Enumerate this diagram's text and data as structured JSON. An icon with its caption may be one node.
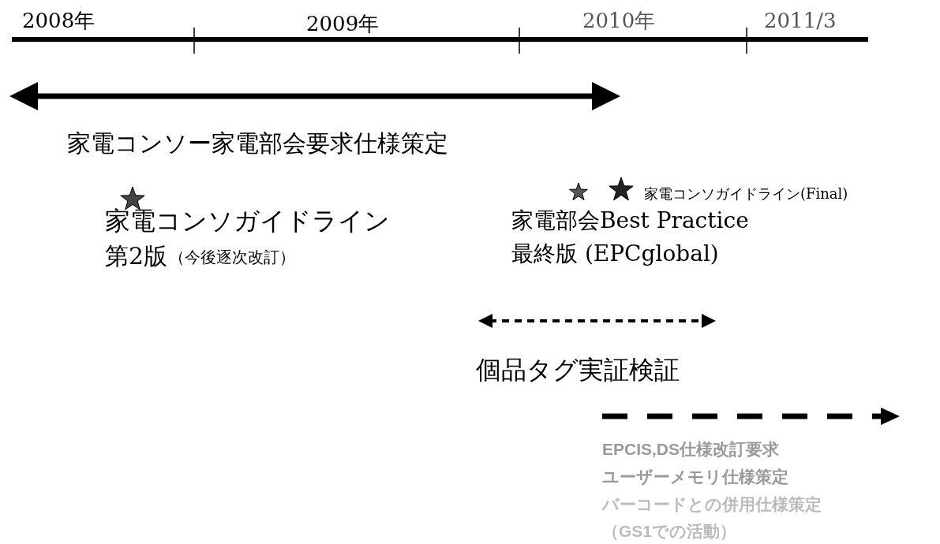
{
  "diagram": {
    "labels": [
      "2008年",
      "2009年",
      "2010年",
      "2011/3",
      "家電コンソー家電部会要求仕様策定",
      "家電コンソガイドライン(Final)",
      "家電コンソガイドライン",
      "第2版",
      "（今後逐次改訂）",
      "家電部会Best Practice",
      "最終版 (EPCglobal)",
      "個品タグ実証検証",
      "EPCIS,DS仕様改訂要求",
      "ユーザーメモリ仕様策定",
      "バーコードとの併用仕様策定",
      "（GS1での活動）"
    ]
  }
}
